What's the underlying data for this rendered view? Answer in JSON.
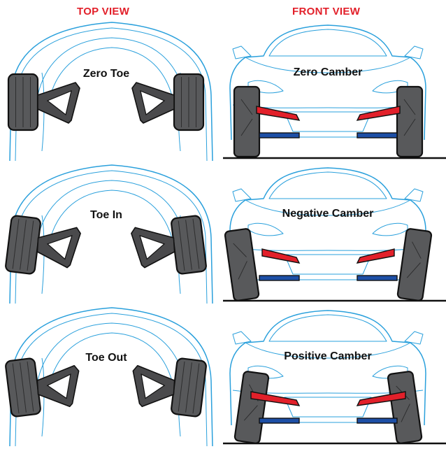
{
  "headers": {
    "top_view": "TOP VIEW",
    "front_view": "FRONT VIEW"
  },
  "top_view": [
    {
      "label": "Zero Toe",
      "toe": 0
    },
    {
      "label": "Toe In",
      "toe": 1
    },
    {
      "label": "Toe Out",
      "toe": -1
    }
  ],
  "front_view": [
    {
      "label": "Zero Camber",
      "camber": 0
    },
    {
      "label": "Negative Camber",
      "camber": -1
    },
    {
      "label": "Positive Camber",
      "camber": 1
    }
  ],
  "colors": {
    "header": "#e2202a",
    "outline": "#2aa0dc",
    "tire": "#58595b",
    "upper_arm": "#e2202a",
    "lower_arm": "#1d4fa6"
  }
}
